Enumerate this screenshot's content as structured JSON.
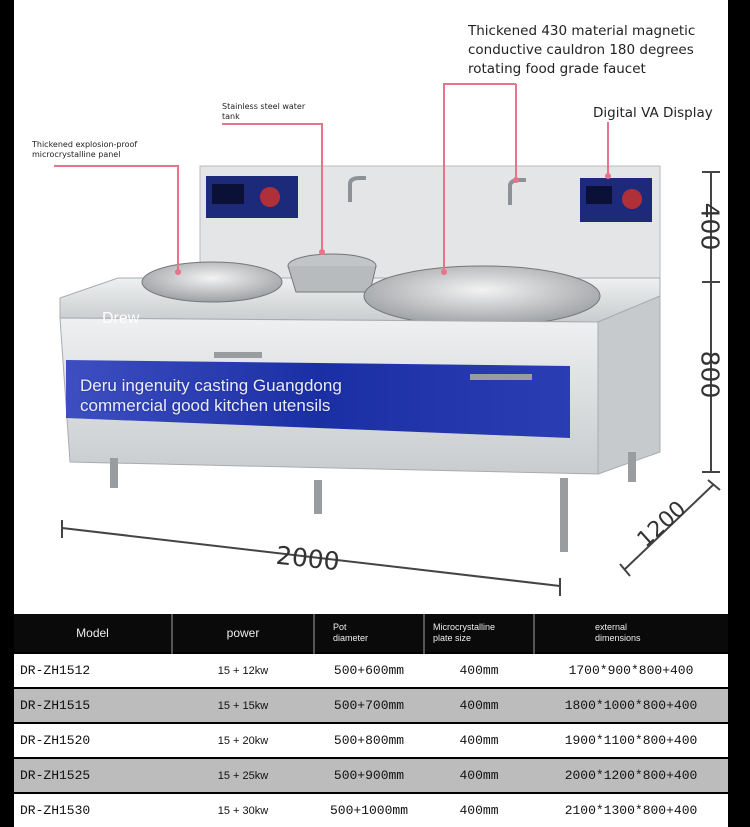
{
  "annotations": {
    "faucet": "Thickened 430 material magnetic conductive cauldron 180 degrees rotating food grade faucet",
    "faucet_lines": [
      "Thickened 430 material magnetic",
      "conductive cauldron 180 degrees",
      "rotating food grade faucet"
    ],
    "display": "Digital VA Display",
    "water_tank_lines": [
      "Stainless steel water",
      "tank"
    ],
    "panel_lines": [
      "Thickened explosion-proof",
      "microcrystalline panel"
    ]
  },
  "watermark": "Drew",
  "slogan_lines": [
    "Deru ingenuity casting Guangdong",
    "commercial good kitchen utensils"
  ],
  "dimensions": {
    "width": "2000",
    "depth": "1200",
    "height_body": "800",
    "height_back": "400"
  },
  "table": {
    "headers": {
      "model": "Model",
      "power": "power",
      "pot_diameter": [
        "Pot",
        "diameter"
      ],
      "plate_size": [
        "Microcrystalline",
        "plate size"
      ],
      "external": [
        "external",
        "dimensions"
      ]
    },
    "rows": [
      {
        "model": "DR-ZH1512",
        "power": "15 + 12kw",
        "pot": "500+600mm",
        "plate": "400mm",
        "dims": "1700*900*800+400"
      },
      {
        "model": "DR-ZH1515",
        "power": "15 + 15kw",
        "pot": "500+700mm",
        "plate": "400mm",
        "dims": "1800*1000*800+400"
      },
      {
        "model": "DR-ZH1520",
        "power": "15 + 20kw",
        "pot": "500+800mm",
        "plate": "400mm",
        "dims": "1900*1100*800+400"
      },
      {
        "model": "DR-ZH1525",
        "power": "15 + 25kw",
        "pot": "500+900mm",
        "plate": "400mm",
        "dims": "2000*1200*800+400"
      },
      {
        "model": "DR-ZH1530",
        "power": "15 + 30kw",
        "pot": "500+1000mm",
        "plate": "400mm",
        "dims": "2100*1300*800+400"
      }
    ]
  },
  "colors": {
    "accent_line": "#e9738a",
    "brand_band": "#1a2f9c",
    "steel": "#d9dbdd"
  }
}
